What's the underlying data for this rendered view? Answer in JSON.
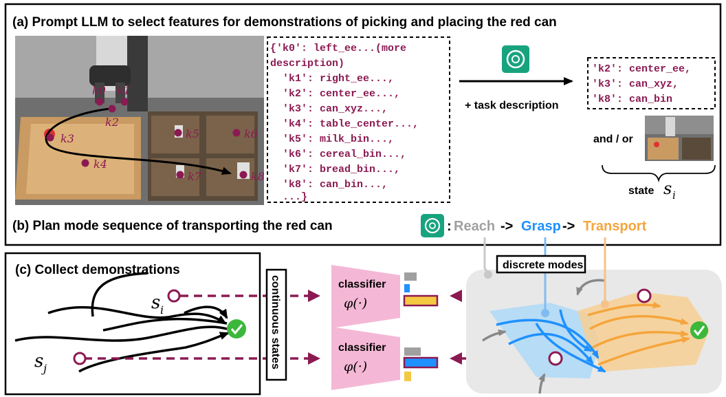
{
  "panel_a": {
    "title": "(a) Prompt LLM to select features for demonstrations of picking and placing the red can",
    "keypoints": [
      "k0",
      "k1",
      "k2",
      "k3",
      "k4",
      "k5",
      "k6",
      "k7",
      "k8"
    ],
    "feature_lines": [
      "{'k0': left_ee...(more",
      "description)",
      "  'k1': right_ee...,",
      "  'k2': center_ee...,",
      "  'k3': can_xyz...,",
      "  'k4': table_center...,",
      "  'k5': milk_bin...,",
      "  'k6': cereal_bin...,",
      "  'k7': bread_bin...,",
      "  'k8': can_bin...,",
      "  ...}"
    ],
    "task_label": "+ task description",
    "selected_lines": [
      "'k2': center_ee,",
      "'k3': can_xyz,",
      "'k8': can_bin"
    ],
    "and_or": "and / or",
    "state_label": "state",
    "state_symbol": "s",
    "state_sub": "i"
  },
  "panel_b": {
    "title": "(b) Plan mode sequence of transporting the red can",
    "colon": ":",
    "modes": [
      {
        "name": "Reach",
        "color": "#a0a0a0"
      },
      {
        "name": "Grasp",
        "color": "#1e90ff"
      },
      {
        "name": "Transport",
        "color": "#f5a53c"
      }
    ],
    "arrow": "->"
  },
  "panel_c": {
    "title": "(c) Collect demonstrations",
    "continuous_label": "continuous states",
    "classifier_label": "classifier",
    "phi_label": "φ(·)",
    "discrete_label": "discrete modes",
    "si": "s",
    "si_sub": "i",
    "sj": "s",
    "sj_sub": "j"
  },
  "colors": {
    "maroon": "#8b1a52",
    "pink": "#f4b8d6",
    "blue": "#1e90ff",
    "orange": "#f5a53c",
    "gray": "#a0a0a0",
    "green": "#3bb83b",
    "llm_icon": "#18a37f"
  }
}
